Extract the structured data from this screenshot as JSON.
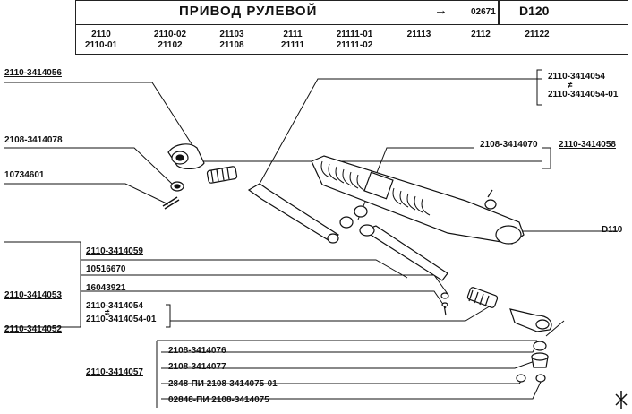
{
  "header": {
    "title": "ПРИВОД  РУЛЕВОЙ",
    "arrow": "→",
    "ref_code": "02671",
    "sheet": "D120",
    "models": [
      {
        "line1": "2110",
        "line2": "2110-01"
      },
      {
        "line1": "2110-02",
        "line2": "21102"
      },
      {
        "line1": "21103",
        "line2": "21108"
      },
      {
        "line1": "2111",
        "line2": "21111"
      },
      {
        "line1": "21111-01",
        "line2": "21111-02"
      },
      {
        "line1": "21113",
        "line2": ""
      },
      {
        "line1": "2112",
        "line2": ""
      },
      {
        "line1": "21122",
        "line2": ""
      }
    ]
  },
  "labels": {
    "tie_rod_left": "2110-3414056",
    "ball_nut": "2108-3414078",
    "cotter_pin": "10734601",
    "rod_assembly": "2110-3414054",
    "rod_assembly_alt_mark": "≠",
    "rod_assembly_alt": "2110-3414054-01",
    "mount_washer": "2108-3414070",
    "steering_gear": "2110-3414058",
    "gear_ref": "D110",
    "tie_rod_right_group": "2110-3414059",
    "bolt": "10516670",
    "plate": "16043921",
    "rod_right": "2110-3414054",
    "rod_right_alt_mark": "≠",
    "rod_right_alt": "2110-3414054-01",
    "group_053": "2110-3414053",
    "group_052": "2110-3414052",
    "boot": "2108-3414076",
    "ring": "2108-3414077",
    "insert_01": "2848-ПИ 2108-3414075-01",
    "insert": "02848-ПИ 2108-3414075",
    "group_057": "2110-3414057"
  }
}
